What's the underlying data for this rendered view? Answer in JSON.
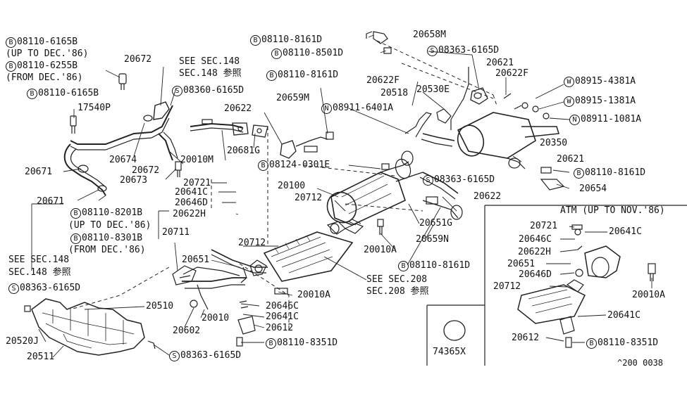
{
  "labels": {
    "b_08110_6165B_a": "08110-6165B",
    "up_to_dec86_a": "(UP TO DEC.'86)",
    "b_08110_6255B": "08110-6255B",
    "from_dec86_a": "(FROM DEC.'86)",
    "b_08110_6165B_b": "08110-6165B",
    "p_17540P": "17540P",
    "p_20672_top": "20672",
    "see_sec148_top": "SEE SEC.148",
    "sec148_ref_top": "SEC.148 参照",
    "s_08360_6165D": "08360-6165D",
    "p_20622_mid": "20622",
    "p_20659M": "20659M",
    "b_08110_8161D_top": "08110-8161D",
    "b_08110_8501D": "08110-8501D",
    "p_20658M": "20658M",
    "s_08363_6165D_top": "08363-6165D",
    "p_20621_top": "20621",
    "p_20622F_left": "20622F",
    "p_20622F_right": "20622F",
    "p_20518": "20518",
    "p_20530E": "20530E",
    "w_08915_4381A": "08915-4381A",
    "w_08915_1381A": "08915-1381A",
    "n_08911_1081A": "08911-1081A",
    "n_08911_6401A": "08911-6401A",
    "b_08110_8161D_mid": "08110-8161D",
    "p_20674": "20674",
    "p_20672_mid": "20672",
    "p_20673": "20673",
    "p_20010M": "20010M",
    "p_20681G": "20681G",
    "b_08124_0301E": "08124-0301E",
    "p_20350": "20350",
    "p_20621_mid": "20621",
    "b_08110_8161D_right": "08110-8161D",
    "s_08363_6165D_mid": "08363-6165D",
    "p_20654": "20654",
    "p_20671_a": "20671",
    "p_20671_b": "20671",
    "p_20721": "20721",
    "p_20641C_a": "20641C",
    "p_20646D_a": "20646D",
    "p_20622H_a": "20622H",
    "p_20100": "20100",
    "p_20712_a": "20712",
    "p_20622_right": "20622",
    "p_20651G": "20651G",
    "p_20659N": "20659N",
    "p_20010A_a": "20010A",
    "b_08110_8161D_low": "08110-8161D",
    "b_08110_8201B": "08110-8201B",
    "up_to_dec86_b": "(UP TO DEC.'86)",
    "b_08110_8301B": "08110-8301B",
    "from_dec86_b": "(FROM DEC.'86)",
    "see_sec148_left": "SEE SEC.148",
    "sec148_ref_left": "SEC.148 参照",
    "s_08363_6165D_left": "08363-6165D",
    "p_20711": "20711",
    "p_20712_b": "20712",
    "p_20651_a": "20651",
    "p_20010A_b": "20010A",
    "see_sec208": "SEE SEC.208",
    "sec208_ref": "SEC.208 参照",
    "p_20510": "20510",
    "p_20646C_a": "20646C",
    "p_20641C_b": "20641C",
    "p_20010": "20010",
    "p_20602": "20602",
    "p_20612_a": "20612",
    "b_08110_8351D_a": "08110-8351D",
    "p_20520J": "20520J",
    "p_20511": "20511",
    "s_08363_6165D_bottom": "08363-6165D",
    "p_74365X": "74365X",
    "atm_header": "ATM (UP TO NOV.'86)",
    "p_20721_atm": "20721",
    "p_20641C_atm_a": "20641C",
    "p_20646C_atm": "20646C",
    "p_20622H_atm": "20622H",
    "p_20651_atm": "20651",
    "p_20646D_atm": "20646D",
    "p_20712_atm": "20712",
    "p_20010A_atm": "20010A",
    "p_20641C_atm_b": "20641C",
    "p_20612_atm": "20612",
    "b_08110_8351D_atm": "08110-8351D",
    "diagram_code": "^200 0038"
  },
  "symbols": {
    "bolt": "B",
    "screw": "S",
    "washer": "W",
    "nut": "N"
  }
}
